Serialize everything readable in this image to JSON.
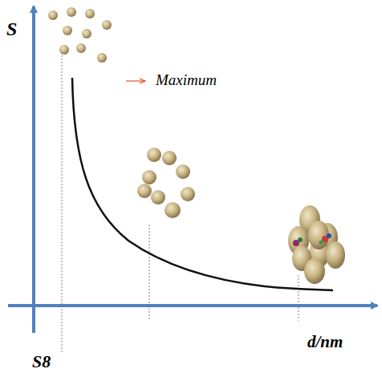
{
  "diagram": {
    "labels": [
      "S",
      "Maximum",
      "d/nm",
      "S8"
    ]
  }
}
